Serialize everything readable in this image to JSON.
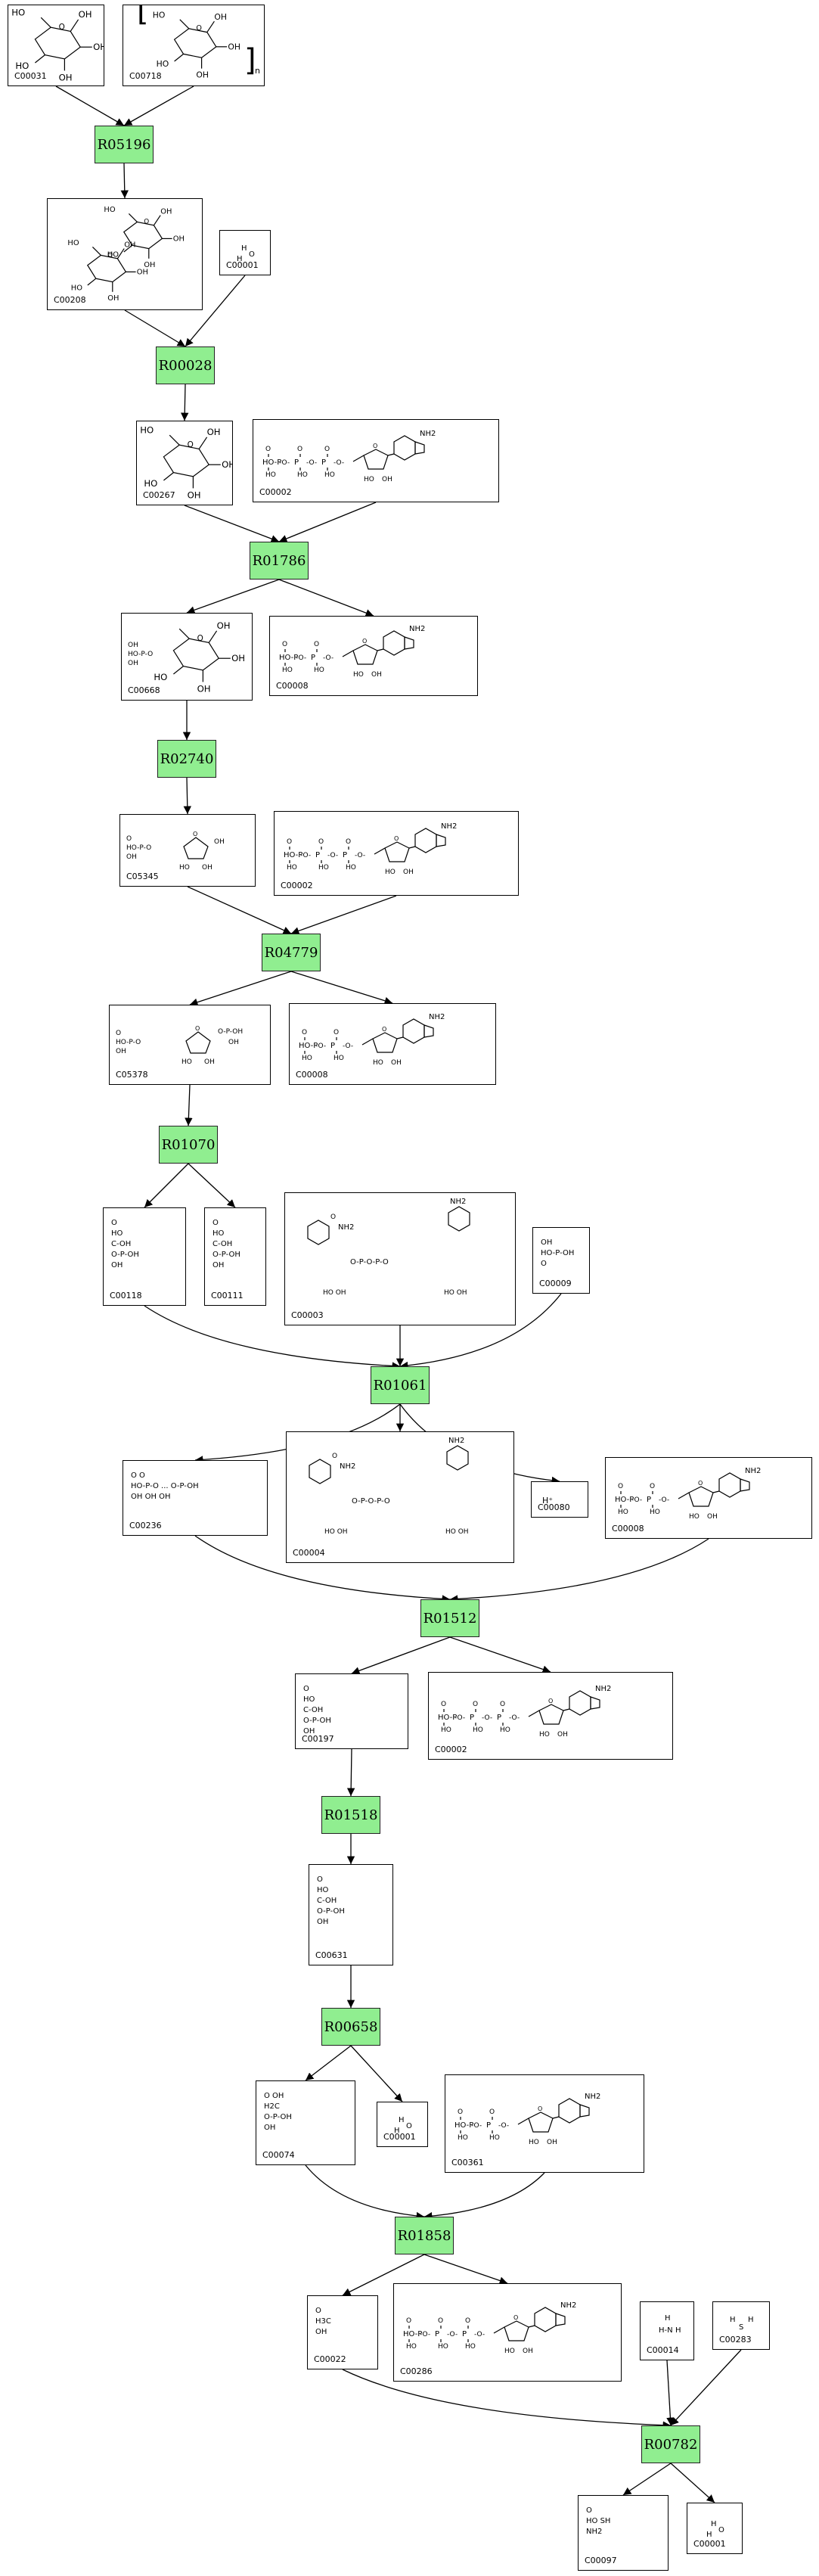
{
  "compounds": [
    {
      "id": "C00031",
      "label": "C00031",
      "kind": "pyranose"
    },
    {
      "id": "C00718",
      "label": "C00718",
      "kind": "polymer",
      "subscript": "n"
    },
    {
      "id": "C00208",
      "label": "C00208",
      "kind": "disaccharide"
    },
    {
      "id": "C00001a",
      "label": "C00001",
      "kind": "water"
    },
    {
      "id": "C00267",
      "label": "C00267",
      "kind": "pyranose"
    },
    {
      "id": "C00002a",
      "label": "C00002",
      "kind": "nucleotide",
      "phosphates": 3,
      "nh2": "NH2"
    },
    {
      "id": "C00668",
      "label": "C00668",
      "kind": "pyranose-p"
    },
    {
      "id": "C00008a",
      "label": "C00008",
      "kind": "nucleotide",
      "phosphates": 2,
      "nh2": "NH2"
    },
    {
      "id": "C05345",
      "label": "C05345",
      "kind": "furanose-p"
    },
    {
      "id": "C00002b",
      "label": "C00002",
      "kind": "nucleotide",
      "phosphates": 3,
      "nh2": "NH2"
    },
    {
      "id": "C05378",
      "label": "C05378",
      "kind": "furanose-pp"
    },
    {
      "id": "C00008b",
      "label": "C00008",
      "kind": "nucleotide",
      "phosphates": 2,
      "nh2": "NH2"
    },
    {
      "id": "C00118",
      "label": "C00118",
      "kind": "triose-p"
    },
    {
      "id": "C00111",
      "label": "C00111",
      "kind": "triose-p"
    },
    {
      "id": "C00003",
      "label": "C00003",
      "kind": "nad",
      "nh2": "NH2",
      "nh2b": "NH2"
    },
    {
      "id": "C00009",
      "label": "C00009",
      "kind": "phosphate"
    },
    {
      "id": "C00236",
      "label": "C00236",
      "kind": "bpg"
    },
    {
      "id": "C00004",
      "label": "C00004",
      "kind": "nad",
      "nh2": "NH2",
      "nh2b": "NH2"
    },
    {
      "id": "C00080",
      "label": "C00080",
      "kind": "proton",
      "text": "H⁺"
    },
    {
      "id": "C00008c",
      "label": "C00008",
      "kind": "nucleotide",
      "phosphates": 2,
      "nh2": "NH2"
    },
    {
      "id": "C00197",
      "label": "C00197",
      "kind": "triose-p"
    },
    {
      "id": "C00002c",
      "label": "C00002",
      "kind": "nucleotide",
      "phosphates": 3,
      "nh2": "NH2"
    },
    {
      "id": "C00631",
      "label": "C00631",
      "kind": "triose-p"
    },
    {
      "id": "C00074",
      "label": "C00074",
      "kind": "pep"
    },
    {
      "id": "C00001b",
      "label": "C00001",
      "kind": "water"
    },
    {
      "id": "C00361",
      "label": "C00361",
      "kind": "nucleotide",
      "phosphates": 2,
      "nh2": "NH2"
    },
    {
      "id": "C00022",
      "label": "C00022",
      "kind": "pyruvate"
    },
    {
      "id": "C00286",
      "label": "C00286",
      "kind": "nucleotide",
      "phosphates": 3,
      "nh2": "NH2"
    },
    {
      "id": "C00014",
      "label": "C00014",
      "kind": "ammonia"
    },
    {
      "id": "C00283",
      "label": "C00283",
      "kind": "h2s"
    },
    {
      "id": "C00097",
      "label": "C00097",
      "kind": "cysteine"
    },
    {
      "id": "C00001c",
      "label": "C00001",
      "kind": "water"
    }
  ],
  "reactions": [
    {
      "id": "R05196",
      "label": "R05196"
    },
    {
      "id": "R00028",
      "label": "R00028"
    },
    {
      "id": "R01786",
      "label": "R01786"
    },
    {
      "id": "R02740",
      "label": "R02740"
    },
    {
      "id": "R04779",
      "label": "R04779"
    },
    {
      "id": "R01070",
      "label": "R01070"
    },
    {
      "id": "R01061",
      "label": "R01061"
    },
    {
      "id": "R01512",
      "label": "R01512"
    },
    {
      "id": "R01518",
      "label": "R01518"
    },
    {
      "id": "R00658",
      "label": "R00658"
    },
    {
      "id": "R01858",
      "label": "R01858"
    },
    {
      "id": "R00782",
      "label": "R00782"
    }
  ],
  "edges": [
    [
      "C00031",
      "R05196"
    ],
    [
      "C00718",
      "R05196"
    ],
    [
      "R05196",
      "C00208"
    ],
    [
      "C00208",
      "R00028"
    ],
    [
      "C00001a",
      "R00028"
    ],
    [
      "R00028",
      "C00267"
    ],
    [
      "C00267",
      "R01786"
    ],
    [
      "C00002a",
      "R01786"
    ],
    [
      "R01786",
      "C00668"
    ],
    [
      "R01786",
      "C00008a"
    ],
    [
      "C00668",
      "R02740"
    ],
    [
      "R02740",
      "C05345"
    ],
    [
      "C05345",
      "R04779"
    ],
    [
      "C00002b",
      "R04779"
    ],
    [
      "R04779",
      "C05378"
    ],
    [
      "R04779",
      "C00008b"
    ],
    [
      "C05378",
      "R01070"
    ],
    [
      "R01070",
      "C00118"
    ],
    [
      "R01070",
      "C00111"
    ],
    [
      "C00118",
      "R01061"
    ],
    [
      "C00003",
      "R01061"
    ],
    [
      "C00009",
      "R01061"
    ],
    [
      "R01061",
      "C00236"
    ],
    [
      "R01061",
      "C00004"
    ],
    [
      "R01061",
      "C00080"
    ],
    [
      "C00236",
      "R01512"
    ],
    [
      "C00008c",
      "R01512"
    ],
    [
      "R01512",
      "C00197"
    ],
    [
      "R01512",
      "C00002c"
    ],
    [
      "C00197",
      "R01518"
    ],
    [
      "R01518",
      "C00631"
    ],
    [
      "C00631",
      "R00658"
    ],
    [
      "R00658",
      "C00074"
    ],
    [
      "R00658",
      "C00001b"
    ],
    [
      "C00074",
      "R01858"
    ],
    [
      "C00361",
      "R01858"
    ],
    [
      "R01858",
      "C00022"
    ],
    [
      "R01858",
      "C00286"
    ],
    [
      "C00022",
      "R00782"
    ],
    [
      "C00014",
      "R00782"
    ],
    [
      "C00283",
      "R00782"
    ],
    [
      "R00782",
      "C00097"
    ],
    [
      "R00782",
      "C00001c"
    ]
  ],
  "style": {
    "reaction_fill": "#90ee90",
    "line": "#000000"
  }
}
